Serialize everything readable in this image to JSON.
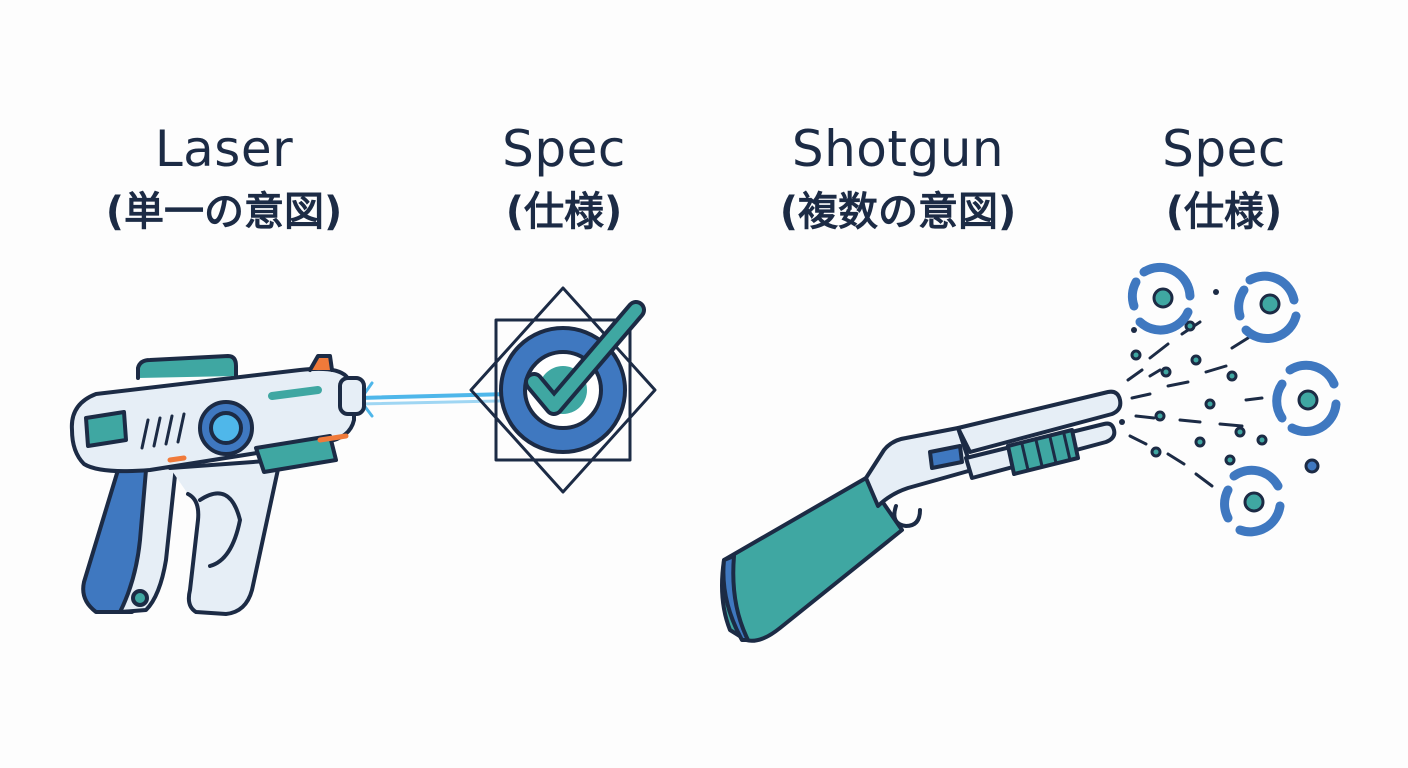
{
  "laser": {
    "title": "Laser",
    "subtitle": "(単一の意図)"
  },
  "spec_single": {
    "title": "Spec",
    "subtitle": "(仕様)"
  },
  "shotgun": {
    "title": "Shotgun",
    "subtitle": "(複数の意図)"
  },
  "spec_multi": {
    "title": "Spec",
    "subtitle": "(仕様)"
  },
  "colors": {
    "ink": "#1c2b45",
    "blue": "#3f78c0",
    "teal": "#3fa7a2",
    "light": "#e6eef6",
    "beam": "#4fb7ea",
    "orange": "#f07a3a"
  },
  "icons": [
    "laser-gun-icon",
    "spec-target-icon",
    "checkmark-icon",
    "shotgun-icon",
    "scattered-targets-icon"
  ]
}
